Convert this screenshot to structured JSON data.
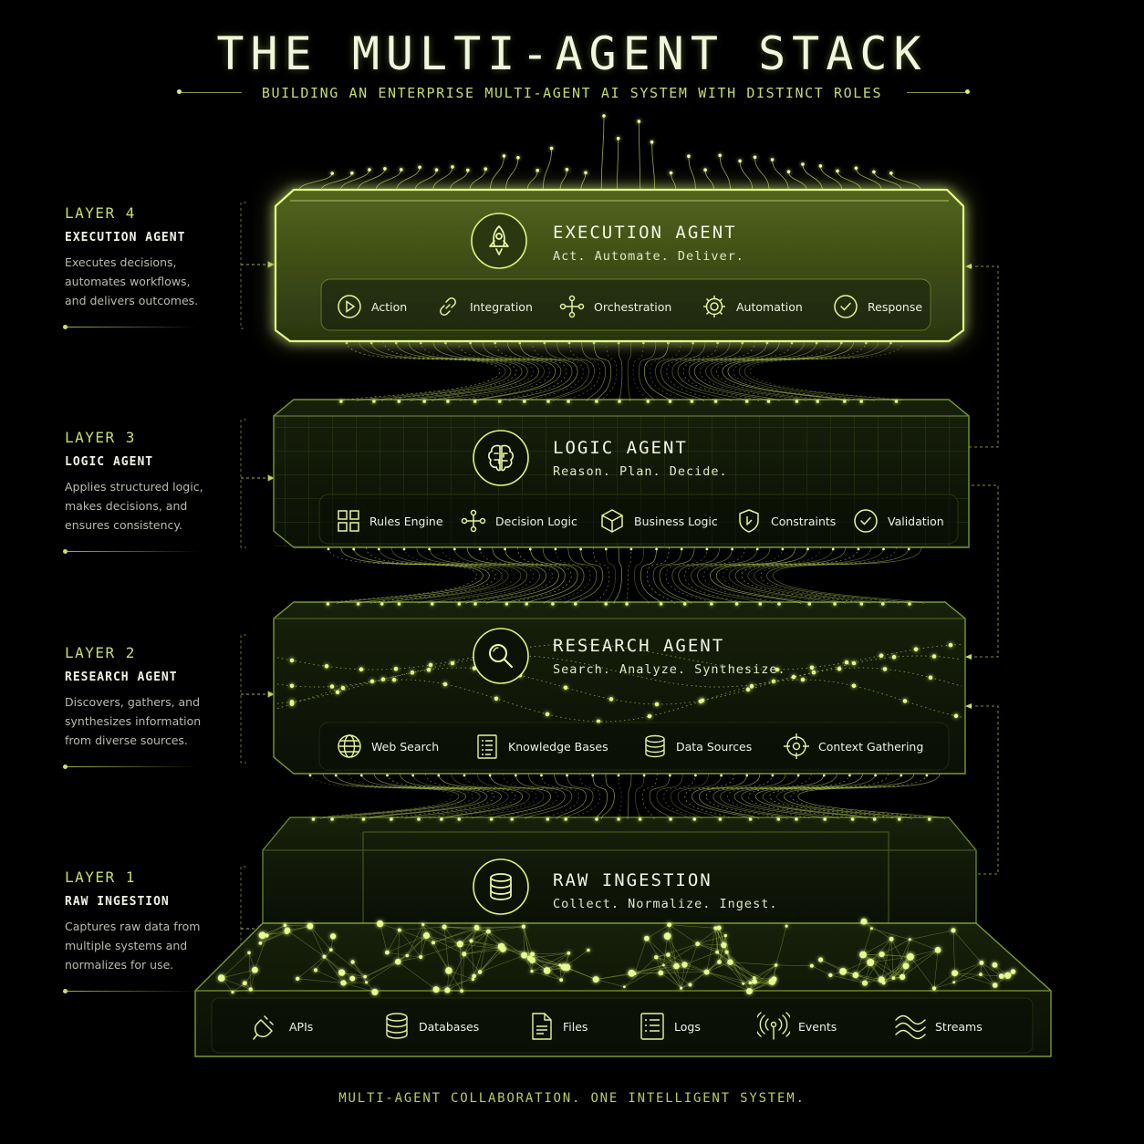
{
  "header": {
    "title": "THE MULTI-AGENT STACK",
    "subtitle": "BUILDING AN ENTERPRISE MULTI-AGENT AI SYSTEM WITH DISTINCT ROLES"
  },
  "layers": [
    {
      "number": "LAYER 4",
      "side_name": "EXECUTION AGENT",
      "description": [
        "Executes decisions,",
        "automates workflows,",
        "and delivers outcomes."
      ],
      "title": "EXECUTION AGENT",
      "tagline": "Act. Automate. Deliver.",
      "icon": "rocket-icon",
      "capabilities": [
        {
          "label": "Action",
          "icon": "play-icon"
        },
        {
          "label": "Integration",
          "icon": "link-icon"
        },
        {
          "label": "Orchestration",
          "icon": "flow-icon"
        },
        {
          "label": "Automation",
          "icon": "gear-icon"
        },
        {
          "label": "Response",
          "icon": "check-icon"
        }
      ]
    },
    {
      "number": "LAYER 3",
      "side_name": "LOGIC AGENT",
      "description": [
        "Applies structured logic,",
        "makes decisions, and",
        "ensures consistency."
      ],
      "title": "LOGIC AGENT",
      "tagline": "Reason. Plan. Decide.",
      "icon": "brain-icon",
      "capabilities": [
        {
          "label": "Rules Engine",
          "icon": "grid-icon"
        },
        {
          "label": "Decision Logic",
          "icon": "flow-icon"
        },
        {
          "label": "Business Logic",
          "icon": "cube-icon"
        },
        {
          "label": "Constraints",
          "icon": "shield-icon"
        },
        {
          "label": "Validation",
          "icon": "check-icon"
        }
      ]
    },
    {
      "number": "LAYER 2",
      "side_name": "RESEARCH AGENT",
      "description": [
        "Discovers, gathers, and",
        "synthesizes information",
        "from diverse sources."
      ],
      "title": "RESEARCH AGENT",
      "tagline": "Search. Analyze. Synthesize.",
      "icon": "search-icon",
      "capabilities": [
        {
          "label": "Web Search",
          "icon": "globe-icon"
        },
        {
          "label": "Knowledge Bases",
          "icon": "document-list-icon"
        },
        {
          "label": "Data Sources",
          "icon": "database-icon"
        },
        {
          "label": "Context Gathering",
          "icon": "target-icon"
        }
      ]
    },
    {
      "number": "LAYER 1",
      "side_name": "RAW INGESTION",
      "description": [
        "Captures raw data from",
        "multiple systems and",
        "normalizes for use."
      ],
      "title": "RAW INGESTION",
      "tagline": "Collect. Normalize. Ingest.",
      "icon": "database-icon",
      "capabilities": [
        {
          "label": "APIs",
          "icon": "plug-icon"
        },
        {
          "label": "Databases",
          "icon": "database-icon"
        },
        {
          "label": "Files",
          "icon": "file-icon"
        },
        {
          "label": "Logs",
          "icon": "log-icon"
        },
        {
          "label": "Events",
          "icon": "broadcast-icon"
        },
        {
          "label": "Streams",
          "icon": "waves-icon"
        }
      ]
    }
  ],
  "footer": "MULTI-AGENT COLLABORATION. ONE INTELLIGENT SYSTEM.",
  "colors": {
    "accent": "#d6f06a",
    "accent_dim": "#8fa83c",
    "background": "#000000",
    "text": "#eef2e2"
  }
}
